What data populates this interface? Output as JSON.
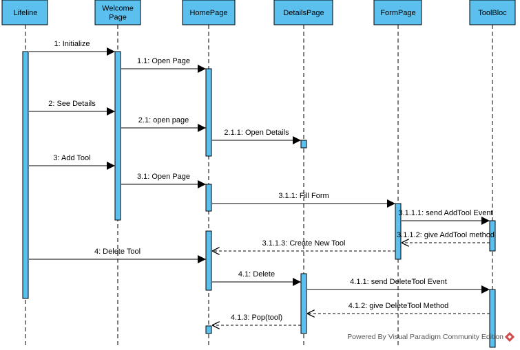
{
  "lifelines": [
    {
      "id": "lifeline",
      "label_lines": [
        "Lifeline"
      ]
    },
    {
      "id": "welcome",
      "label_lines": [
        "Welcome",
        "Page"
      ]
    },
    {
      "id": "home",
      "label_lines": [
        "HomePage"
      ]
    },
    {
      "id": "details",
      "label_lines": [
        "DetailsPage"
      ]
    },
    {
      "id": "form",
      "label_lines": [
        "FormPage"
      ]
    },
    {
      "id": "toolbloc",
      "label_lines": [
        "ToolBloc"
      ]
    }
  ],
  "messages": [
    {
      "id": "m1",
      "label": "1: Initialize",
      "from": "lifeline",
      "to": "welcome",
      "kind": "call"
    },
    {
      "id": "m1_1",
      "label": "1.1: Open Page",
      "from": "welcome",
      "to": "home",
      "kind": "call"
    },
    {
      "id": "m2",
      "label": "2: See Details",
      "from": "lifeline",
      "to": "welcome",
      "kind": "call"
    },
    {
      "id": "m2_1",
      "label": "2.1: open page",
      "from": "welcome",
      "to": "home",
      "kind": "call"
    },
    {
      "id": "m2_1_1",
      "label": "2.1.1: Open Details",
      "from": "home",
      "to": "details",
      "kind": "call"
    },
    {
      "id": "m3",
      "label": "3: Add Tool",
      "from": "lifeline",
      "to": "welcome",
      "kind": "call"
    },
    {
      "id": "m3_1",
      "label": "3.1: Open Page",
      "from": "welcome",
      "to": "home",
      "kind": "call"
    },
    {
      "id": "m3_1_1",
      "label": "3.1.1: Fill Form",
      "from": "home",
      "to": "form",
      "kind": "call"
    },
    {
      "id": "m3_1_1_1",
      "label": "3.1.1.1: send AddTool Event",
      "from": "form",
      "to": "toolbloc",
      "kind": "call"
    },
    {
      "id": "m3_1_1_2",
      "label": "3.1.1.2: give AddTool method",
      "from": "toolbloc",
      "to": "form",
      "kind": "return"
    },
    {
      "id": "m3_1_1_3",
      "label": "3.1.1.3: Create New Tool",
      "from": "form",
      "to": "home",
      "kind": "return"
    },
    {
      "id": "m4",
      "label": "4: Delete Tool",
      "from": "lifeline",
      "to": "home",
      "kind": "call"
    },
    {
      "id": "m4_1",
      "label": "4.1: Delete",
      "from": "home",
      "to": "details",
      "kind": "call"
    },
    {
      "id": "m4_1_1",
      "label": "4.1.1: send DeleteTool Event",
      "from": "details",
      "to": "toolbloc",
      "kind": "call"
    },
    {
      "id": "m4_1_2",
      "label": "4.1.2: give DeleteTool Method",
      "from": "toolbloc",
      "to": "details",
      "kind": "return"
    },
    {
      "id": "m4_1_3",
      "label": "4.1.3: Pop(tool)",
      "from": "details",
      "to": "home",
      "kind": "return"
    }
  ],
  "footer": {
    "text": "Powered By Visual Paradigm Community Edition",
    "logo_icon": "visual-paradigm-logo-icon"
  },
  "colors": {
    "lifeline_fill": "#5bc0ee",
    "line": "#000000"
  }
}
